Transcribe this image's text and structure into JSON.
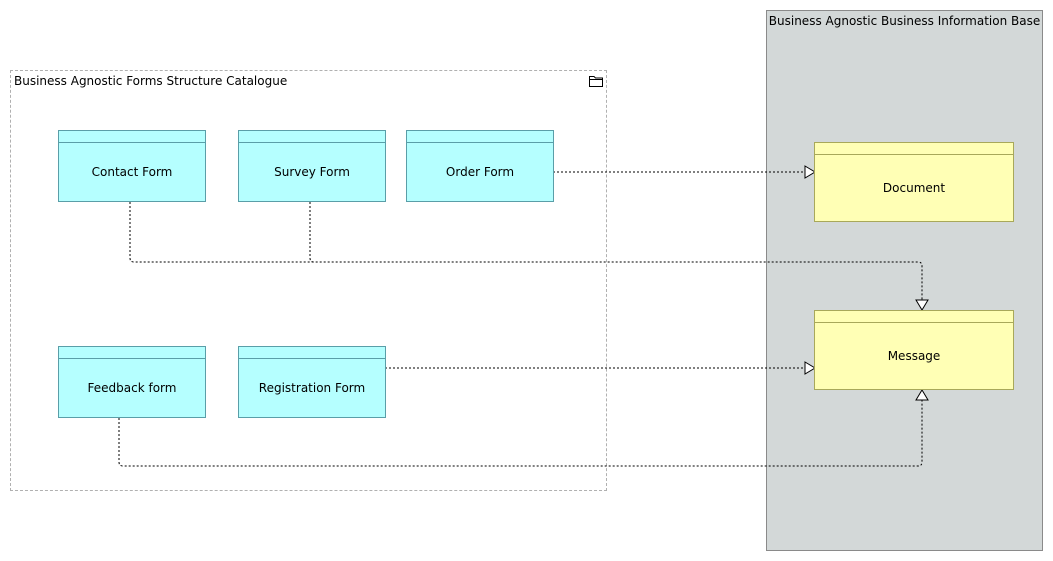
{
  "diagram": {
    "groups": {
      "forms_catalogue": {
        "title": "Business Agnostic Forms Structure Catalogue",
        "icon": "folder-icon"
      },
      "information_base": {
        "title": "Business Agnostic Business Information Base"
      }
    },
    "forms": {
      "contact": {
        "label": "Contact Form"
      },
      "survey": {
        "label": "Survey Form"
      },
      "order": {
        "label": "Order Form"
      },
      "feedback": {
        "label": "Feedback form"
      },
      "registration": {
        "label": "Registration Form"
      }
    },
    "data_objects": {
      "document": {
        "label": "Document"
      },
      "message": {
        "label": "Message"
      }
    },
    "relations": [
      {
        "from": "Order Form",
        "to": "Document",
        "type": "realization"
      },
      {
        "from": "Contact Form",
        "to": "Message",
        "type": "realization"
      },
      {
        "from": "Survey Form",
        "to": "Message",
        "type": "realization"
      },
      {
        "from": "Registration Form",
        "to": "Message",
        "type": "realization"
      },
      {
        "from": "Feedback form",
        "to": "Message",
        "type": "realization"
      }
    ],
    "colors": {
      "form_fill": "#b5ffff",
      "form_border": "#5a9ea8",
      "data_fill": "#ffffb5",
      "data_border": "#a8a85a",
      "base_group_fill": "#d3d8d8",
      "catalogue_border": "#b0b0b0"
    }
  }
}
